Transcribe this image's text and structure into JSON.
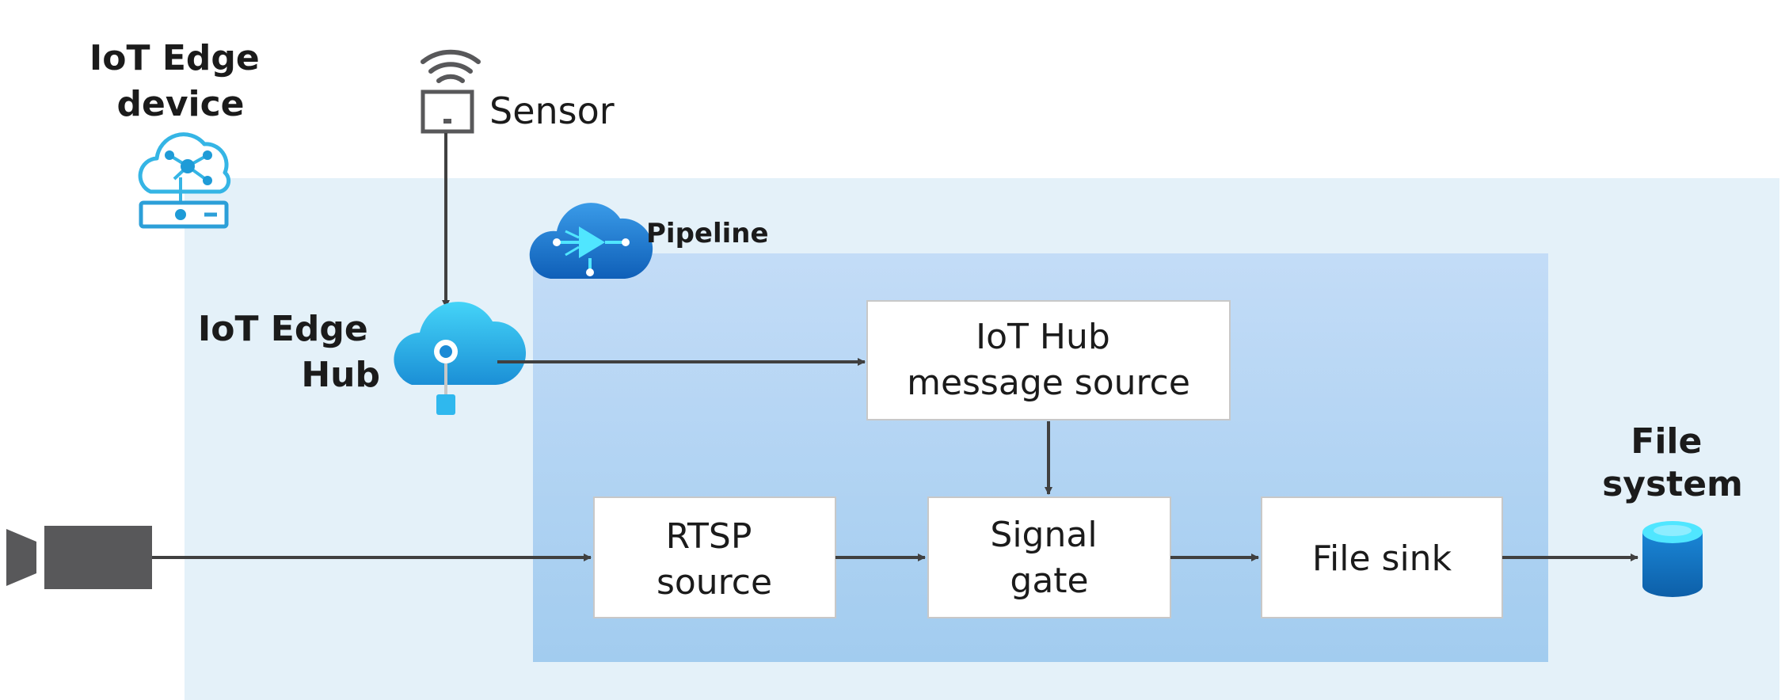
{
  "labels": {
    "device_line1": "IoT Edge",
    "device_line2": "device",
    "sensor": "Sensor",
    "hub_line1": "IoT Edge",
    "hub_line2": "Hub",
    "pipeline": "Pipeline",
    "filesystem_line1": "File",
    "filesystem_line2": "system"
  },
  "nodes": {
    "iothub_source": {
      "line1": "IoT Hub",
      "line2": "message source"
    },
    "rtsp_source": {
      "line1": "RTSP",
      "line2": "source"
    },
    "signal_gate": {
      "line1": "Signal",
      "line2": "gate"
    },
    "file_sink": {
      "line1": "File sink"
    }
  },
  "colors": {
    "device_area": "#e4f1f9",
    "pipeline_area": "#b8d7f5",
    "arrow": "#404040",
    "camera": "#58585a",
    "cloud_light": "#3fc6ef",
    "cloud_dark": "#1a7ed0",
    "db_top": "#50e6ff",
    "db_body": "#0f6cbd"
  }
}
